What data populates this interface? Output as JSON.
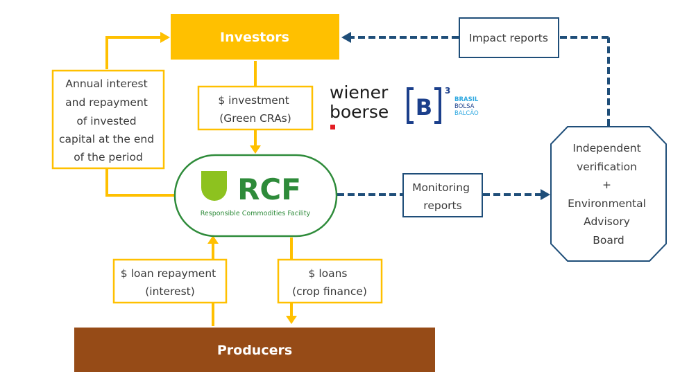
{
  "colors": {
    "gold": "#FFC000",
    "brown": "#964B17",
    "navy": "#1F4E79",
    "rcf_green": "#2E8B3A",
    "rcf_leaf": "#8DC21F",
    "b3_blue": "#1B3F8B",
    "b3_light": "#2FA8E0",
    "wb_red": "#E31E24"
  },
  "nodes": {
    "investors": "Investors",
    "producers": "Producers",
    "investment": [
      "$ investment",
      "(Green CRAs)"
    ],
    "annual": [
      "Annual interest",
      "and repayment",
      "of invested",
      "capital at the end",
      "of the period"
    ],
    "loan_repayment": [
      "$ loan repayment",
      "(interest)"
    ],
    "loans": [
      "$ loans",
      "(crop finance)"
    ],
    "impact_reports": "Impact reports",
    "monitoring_reports": [
      "Monitoring",
      "reports"
    ],
    "verification": [
      "Independent",
      "verification",
      "+",
      "Environmental",
      "Advisory",
      "Board"
    ]
  },
  "rcf": {
    "name": "RCF",
    "subtitle": "Responsible Commodities Facility"
  },
  "logos": {
    "wiener_boerse": [
      "wiener",
      "boerse"
    ],
    "b3": {
      "letter": "B",
      "superscript": "3",
      "lines": [
        "BRASIL",
        "BOLSA",
        "BALCÃO"
      ]
    }
  }
}
